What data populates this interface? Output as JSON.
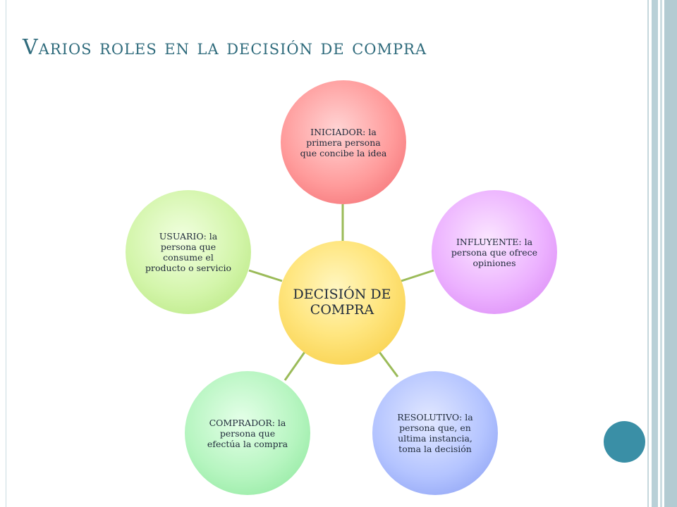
{
  "slide": {
    "title": "Varios roles en la decisión de compra"
  },
  "diagram": {
    "center": "DECISIÓN DE COMPRA",
    "nodes": {
      "iniciador": "INICIADOR: la primera persona que concibe la idea",
      "influyente": "INFLUYENTE: la persona que ofrece opiniones",
      "resolutivo": "RESOLUTIVO: la persona que, en ultima instancia, toma la decisión",
      "comprador": "COMPRADOR: la persona que efectúa la compra",
      "usuario": "USUARIO: la persona que consume el producto o servicio"
    }
  },
  "colors": {
    "title": "#2f6b7c",
    "connector": "#9bbb59",
    "accent_dot": "#3a8fa6",
    "center": "#ffe680",
    "iniciador": "#ff9b9b",
    "influyente": "#ecb1ff",
    "resolutivo": "#b4c4ff",
    "comprador": "#b6f5c0",
    "usuario": "#d3f5aa"
  }
}
